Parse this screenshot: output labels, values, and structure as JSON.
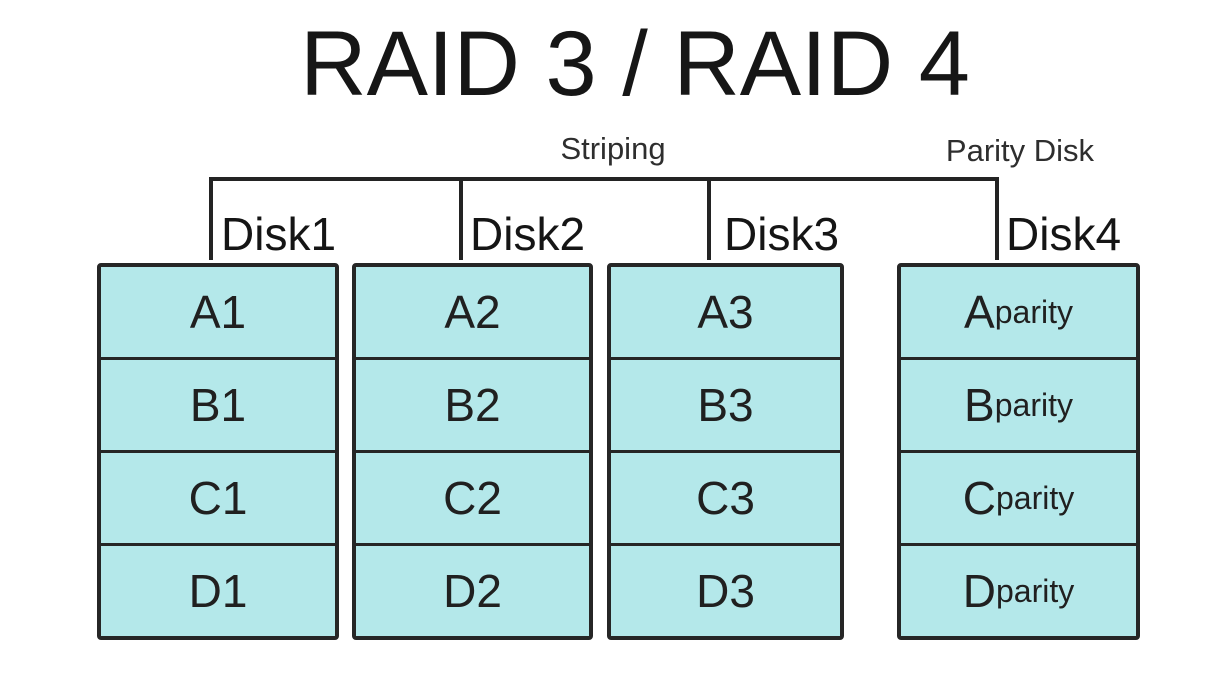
{
  "title": "RAID 3 / RAID 4",
  "labels": {
    "striping": "Striping",
    "parity_disk": "Parity Disk"
  },
  "disks": [
    {
      "name": "Disk1",
      "blocks": [
        "A1",
        "B1",
        "C1",
        "D1"
      ]
    },
    {
      "name": "Disk2",
      "blocks": [
        "A2",
        "B2",
        "C2",
        "D2"
      ]
    },
    {
      "name": "Disk3",
      "blocks": [
        "A3",
        "B3",
        "C3",
        "D3"
      ]
    },
    {
      "name": "Disk4",
      "blocks": [
        {
          "main": "A",
          "sub": "parity"
        },
        {
          "main": "B",
          "sub": "parity"
        },
        {
          "main": "C",
          "sub": "parity"
        },
        {
          "main": "D",
          "sub": "parity"
        }
      ]
    }
  ],
  "colors": {
    "block_fill": "#b4e8ea",
    "line": "#262626",
    "text": "#1c1c1c",
    "background": "#ffffff"
  }
}
